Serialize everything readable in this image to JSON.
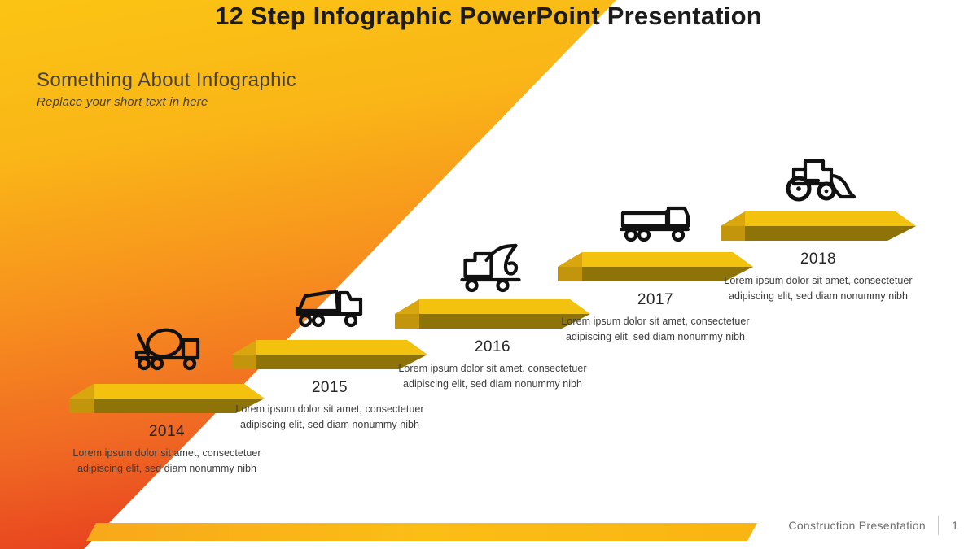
{
  "slide": {
    "title": "12 Step Infographic PowerPoint Presentation",
    "heading": "Something About Infographic",
    "subheading": "Replace your short text in here"
  },
  "colors": {
    "gradient_top": "#FBBE15",
    "gradient_bottom": "#E84A22",
    "title_band": "#F9BE17",
    "bar_top_face": "#F2C010",
    "bar_front_face": "#9C7F0C",
    "bar_bevel": "#D8A80E",
    "footer_bar": "#F9B512",
    "text_dark": "#262626",
    "text_muted": "#6D6D6D"
  },
  "steps": [
    {
      "year": "2014",
      "description": "Lorem ipsum dolor sit amet, consectetuer adipiscing elit, sed diam nonummy nibh",
      "icon": "cement-mixer-truck-icon"
    },
    {
      "year": "2015",
      "description": "Lorem ipsum dolor sit amet, consectetuer adipiscing elit, sed diam nonummy nibh",
      "icon": "dump-truck-icon"
    },
    {
      "year": "2016",
      "description": "Lorem ipsum dolor sit amet, consectetuer adipiscing elit, sed diam nonummy nibh",
      "icon": "excavator-icon"
    },
    {
      "year": "2017",
      "description": "Lorem ipsum dolor sit amet, consectetuer adipiscing elit, sed diam nonummy nibh",
      "icon": "flatbed-truck-icon"
    },
    {
      "year": "2018",
      "description": "Lorem ipsum dolor sit amet, consectetuer adipiscing elit, sed diam nonummy nibh",
      "icon": "bulldozer-tractor-icon"
    }
  ],
  "footer": {
    "label": "Construction Presentation",
    "page": "1"
  }
}
